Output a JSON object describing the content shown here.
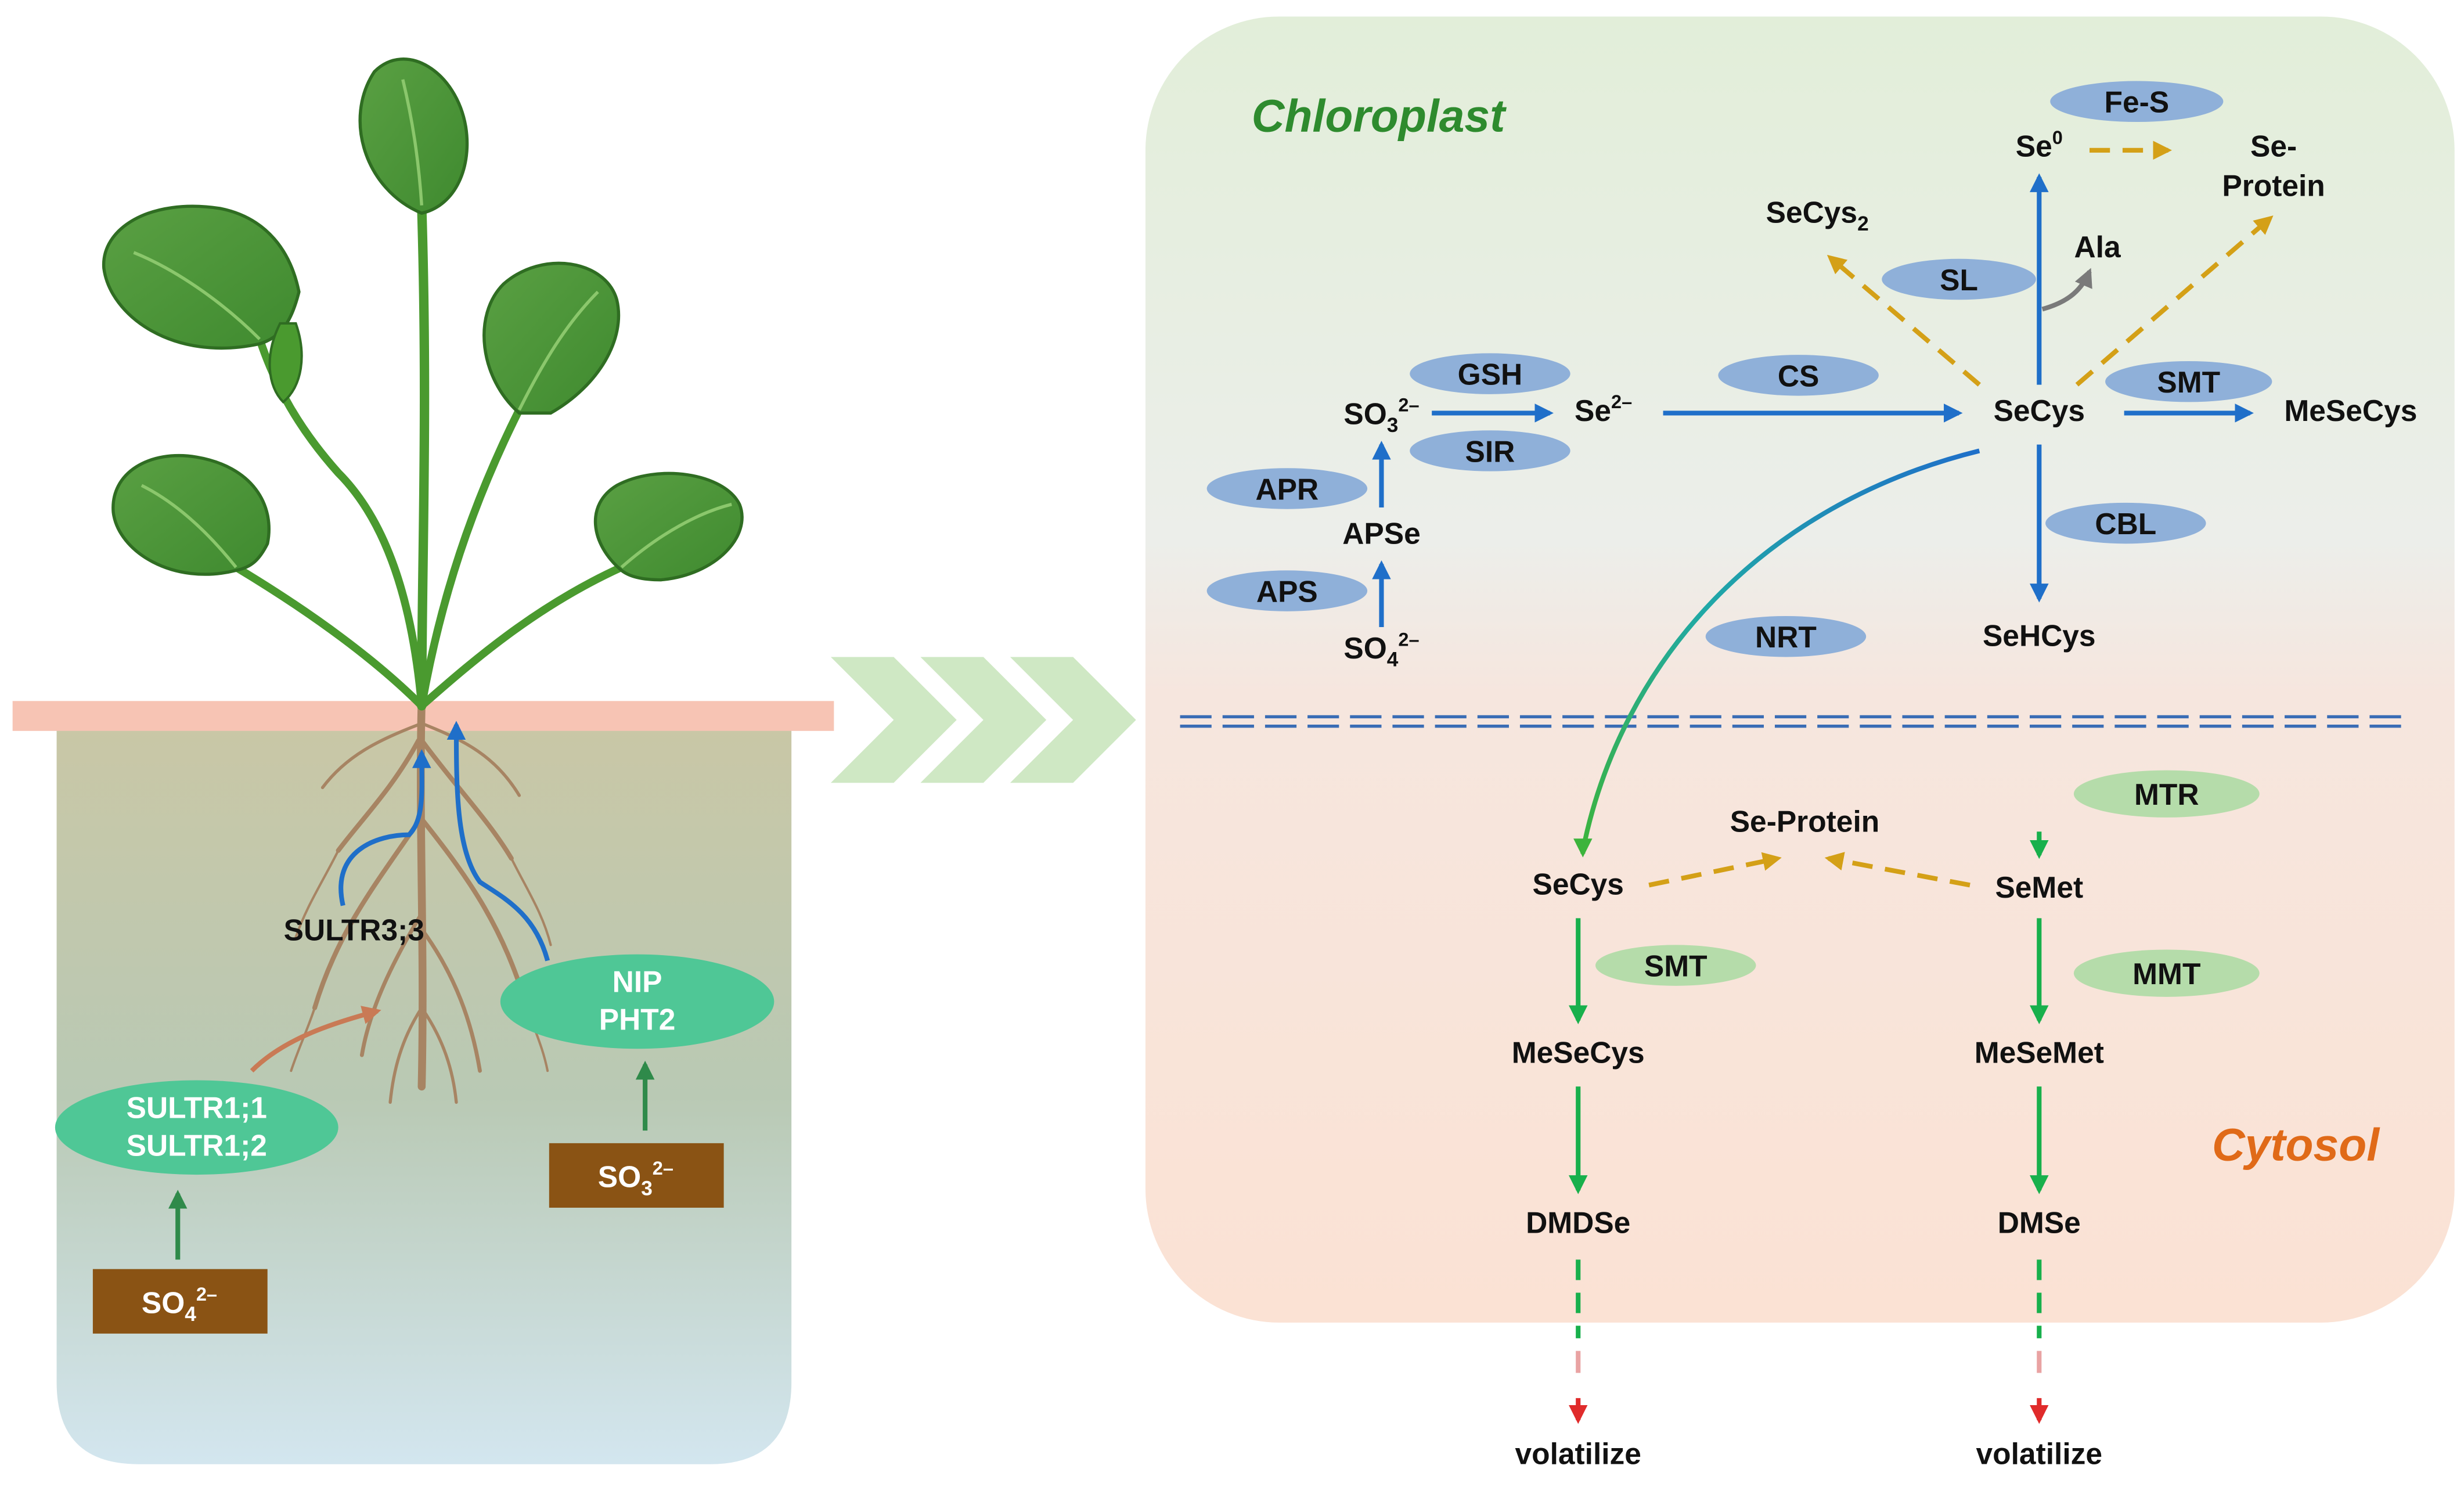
{
  "colors": {
    "blue": "#1f6fc9",
    "green": "#18b04c",
    "gold": "#d4a017",
    "grey_arrow": "#7a7a7a",
    "red": "#e02b2b",
    "oval_blue": "#8fb0d9",
    "oval_green": "#b5dcaa",
    "oval_teal": "#4fc796",
    "soil_box": "#8a5314",
    "pink_bar": "#f7c4b4",
    "chloroplast_text": "#2e8b2e",
    "cytosol_text": "#e06a18"
  },
  "icons": {
    "plant": "plant-icon",
    "chevrons": "chevron-right-icon"
  },
  "left": {
    "so4": {
      "base": "SO",
      "sub": "4",
      "sup": "2–"
    },
    "so3": {
      "base": "SO",
      "sub": "3",
      "sup": "2–"
    },
    "sultr1_line1": "SULTR1;1",
    "sultr1_line2": "SULTR1;2",
    "nip_line1": "NIP",
    "nip_line2": "PHT2",
    "sultr33": "SULTR3;3"
  },
  "compartments": {
    "chloroplast": "Chloroplast",
    "cytosol": "Cytosol"
  },
  "enzymes": {
    "fes": "Fe-S",
    "gsh": "GSH",
    "sir": "SIR",
    "apr": "APR",
    "aps": "APS",
    "cs": "CS",
    "sl": "SL",
    "smt_chloro": "SMT",
    "cbl": "CBL",
    "nrt": "NRT",
    "mtr": "MTR",
    "smt_cyto": "SMT",
    "mmt": "MMT"
  },
  "metabolites": {
    "se0": {
      "base": "Se",
      "sup": "0"
    },
    "se_protein_line1": "Se-",
    "se_protein_line2": "Protein",
    "secys2": {
      "base": "SeCys",
      "sub": "2"
    },
    "ala": "Ala",
    "so3": {
      "base": "SO",
      "sub": "3",
      "sup": "2–"
    },
    "se2": {
      "base": "Se",
      "sup": "2–"
    },
    "secys_chloro": "SeCys",
    "mesecys_chloro": "MeSeCys",
    "apse": "APSe",
    "so4": {
      "base": "SO",
      "sub": "4",
      "sup": "2–"
    },
    "sehcys": "SeHCys",
    "se_protein_cyto": "Se-Protein",
    "secys_cyto": "SeCys",
    "semet": "SeMet",
    "mesecys_cyto": "MeSeCys",
    "mesemet": "MeSeMet",
    "dmdse": "DMDSe",
    "dmse": "DMSe",
    "volatilize_left": "volatilize",
    "volatilize_right": "volatilize"
  }
}
